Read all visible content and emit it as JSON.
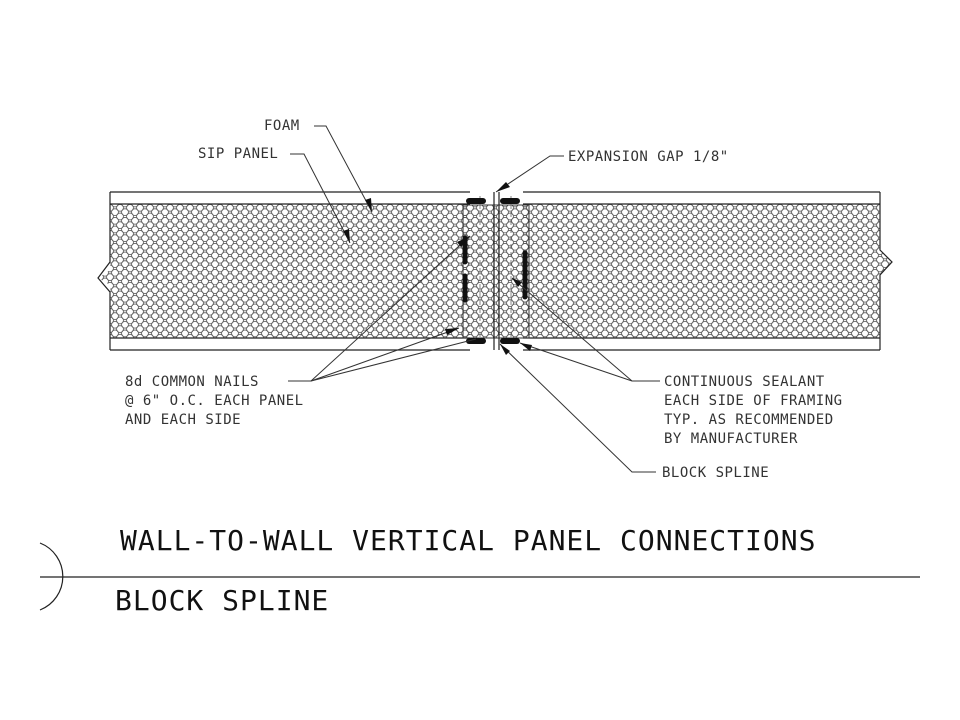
{
  "labels": {
    "foam": "FOAM",
    "sip_panel": "SIP PANEL",
    "expansion_gap": "EXPANSION GAP 1/8\"",
    "nails": [
      "8d COMMON NAILS",
      "@ 6\" O.C. EACH PANEL",
      "AND EACH SIDE"
    ],
    "sealant": [
      "CONTINUOUS SEALANT",
      "EACH SIDE OF FRAMING",
      "TYP. AS RECOMMENDED",
      "BY MANUFACTURER"
    ],
    "block_spline": "BLOCK SPLINE"
  },
  "title": {
    "main": "WALL-TO-WALL VERTICAL PANEL CONNECTIONS",
    "sub": "BLOCK SPLINE"
  }
}
